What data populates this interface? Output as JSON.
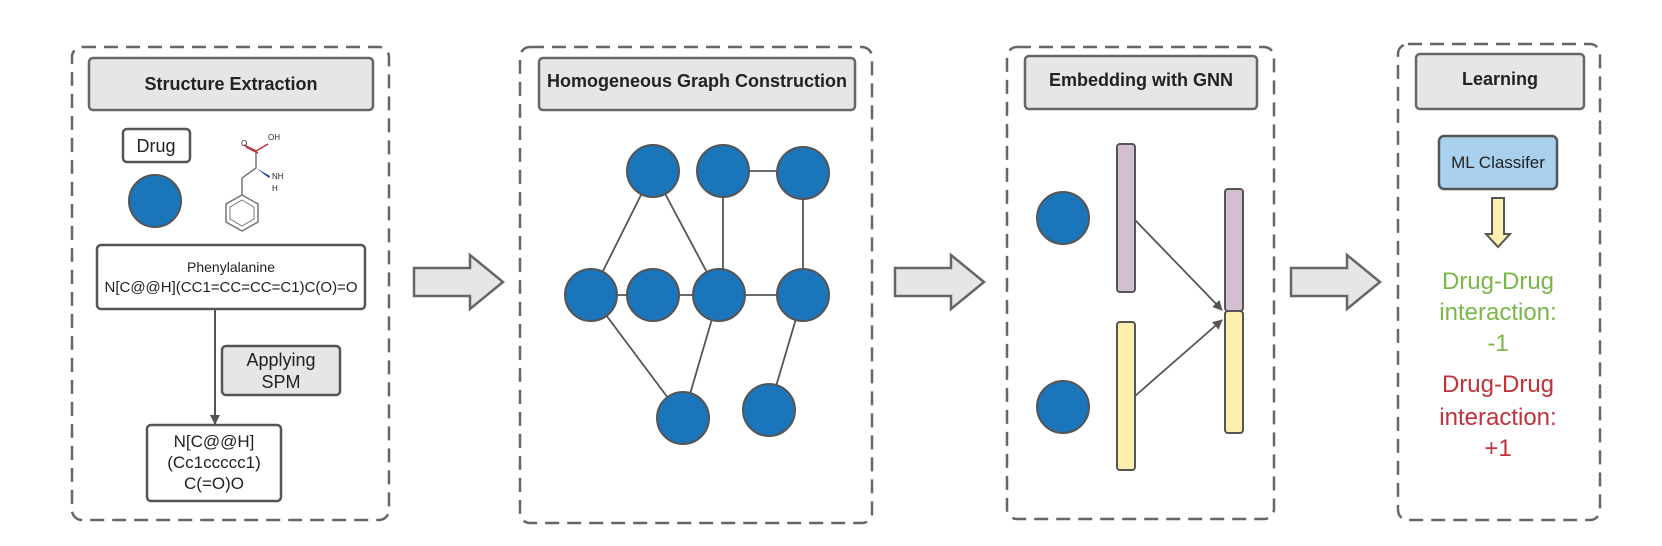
{
  "panels": [
    {
      "title": "Structure Extraction"
    },
    {
      "title": "Homogeneous Graph Construction"
    },
    {
      "title": "Embedding with GNN"
    },
    {
      "title": "Learning"
    }
  ],
  "structure": {
    "drug_label": "Drug",
    "molecule_atom_o1": "O",
    "molecule_atom_oh": "OH",
    "molecule_atom_nh": "NH",
    "molecule_atom_h": "H",
    "drug_name": "Phenylalanine",
    "smiles": "N[C@@H](CC1=CC=CC=C1)C(O)=O",
    "spm_label_line1": "Applying",
    "spm_label_line2": "SPM",
    "result_line1": "N[C@@H]",
    "result_line2": "(Cc1ccccc1)",
    "result_line3": "C(=O)O"
  },
  "learning": {
    "classifier": "ML Classifer",
    "neg_line1": "Drug-Drug",
    "neg_line2": "interaction:",
    "neg_value": "-1",
    "pos_line1": "Drug-Drug",
    "pos_line2": "interaction:",
    "pos_value": "+1"
  },
  "colors": {
    "node": "#1a75bb",
    "panel_header": "#e6e6e6",
    "purple_bar": "#d4bfd2",
    "yellow_bar": "#fdf0ad",
    "classifier_fill": "#a9d1ee",
    "negative": "#7ab648",
    "positive": "#c0323a"
  }
}
